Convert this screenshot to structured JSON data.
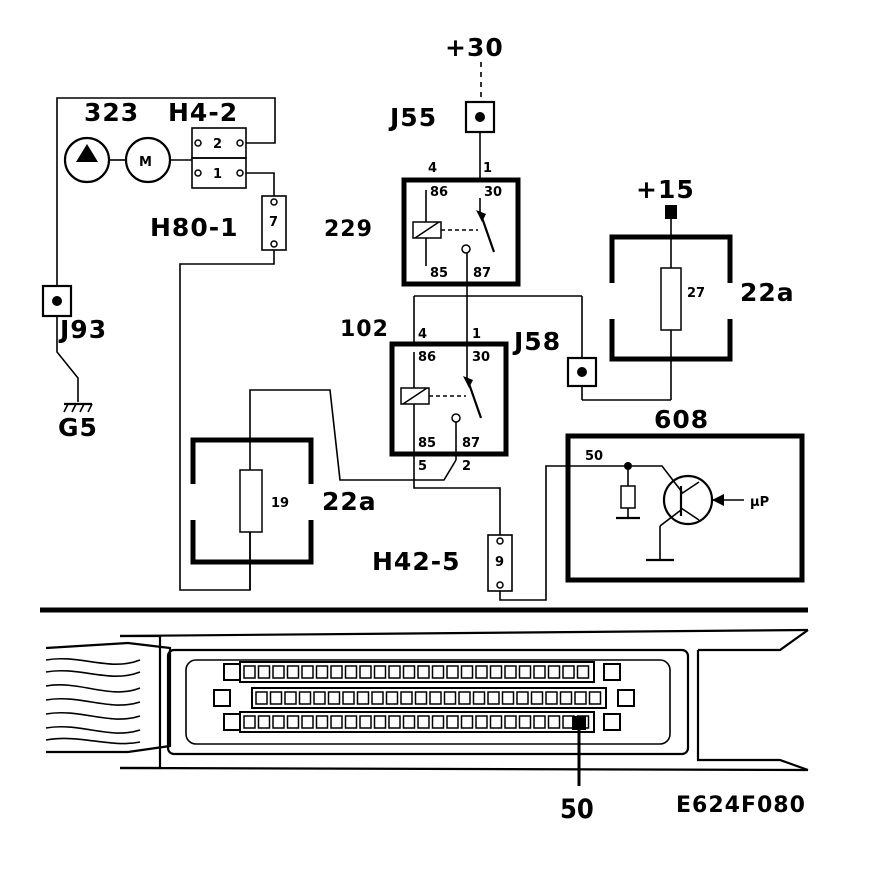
{
  "supplies": {
    "plus30": "+30",
    "plus15": "+15"
  },
  "connectors": {
    "j55": "J55",
    "j58": "J58",
    "j93": "J93",
    "ground": "G5",
    "h80": "H80-1",
    "h80_pin": "7",
    "h42": "H42-5",
    "h42_pin": "9",
    "h4": "H4-2",
    "h4_pin2": "2",
    "h4_pin1": "1"
  },
  "components": {
    "pump": "323",
    "motor_symbol": "M",
    "relay229": {
      "label": "229",
      "pin_top_left": "4",
      "pin_top_right": "1",
      "t86": "86",
      "t30": "30",
      "t85": "85",
      "t87": "87"
    },
    "relay102": {
      "label": "102",
      "pin_top_left": "4",
      "pin_top_right": "1",
      "t86": "86",
      "t30": "30",
      "t85": "85",
      "t87": "87",
      "pin_bottom_left": "5",
      "pin_bottom_right": "2"
    },
    "fuse_right": {
      "label": "22a",
      "number": "27"
    },
    "fuse_left": {
      "label": "22a",
      "number": "19"
    },
    "ecu": {
      "label": "608",
      "pin": "50",
      "symbol": "μP"
    }
  },
  "connector_callout": "50",
  "figure_ref": "E624F080"
}
